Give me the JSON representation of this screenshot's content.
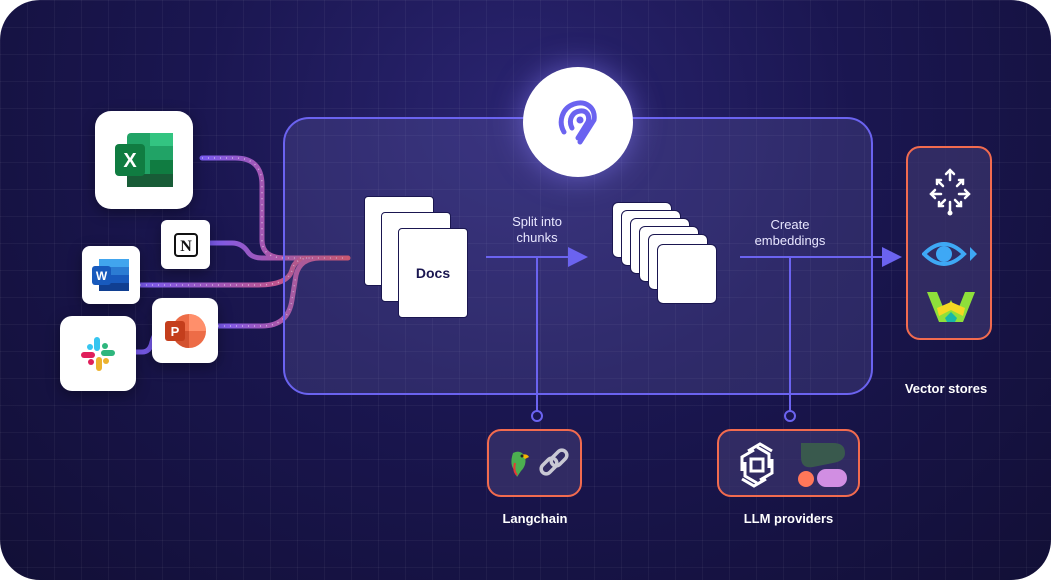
{
  "diagram": {
    "sources": [
      {
        "name": "Microsoft Excel",
        "icon": "excel-icon"
      },
      {
        "name": "Notion",
        "icon": "notion-icon"
      },
      {
        "name": "Microsoft Word",
        "icon": "word-icon"
      },
      {
        "name": "Microsoft PowerPoint",
        "icon": "powerpoint-icon"
      },
      {
        "name": "Slack",
        "icon": "slack-icon"
      }
    ],
    "docs_label": "Docs",
    "step_split_label": "Split into\nchunks",
    "step_embed_label": "Create\nembeddings",
    "langchain_caption": "Langchain",
    "llm_caption": "LLM providers",
    "vector_caption": "Vector stores",
    "colors": {
      "background": "#1a1650",
      "panel_border": "#6b63f0",
      "connector_red": "#e0505a",
      "connector_purple": "#7a5cf0",
      "arrow": "#6b63f0",
      "accent_box": "#f26b4f"
    }
  }
}
